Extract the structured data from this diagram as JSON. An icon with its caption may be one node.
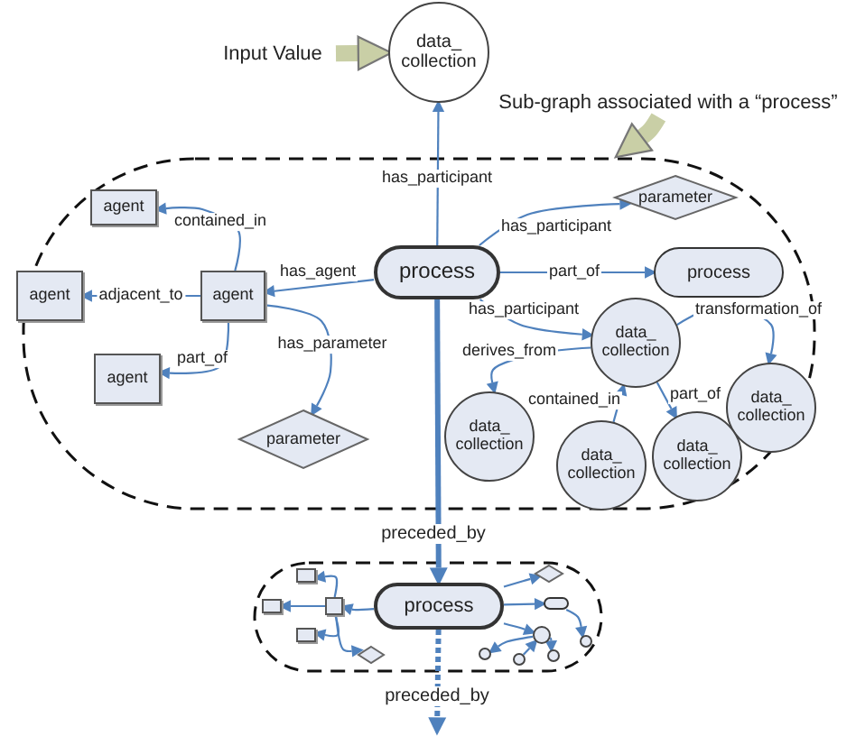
{
  "diagram": {
    "nodes": [
      {
        "text": [
          "Input Value"
        ]
      },
      {
        "text": [
          "data_ collection"
        ]
      },
      {
        "text": [
          "Sub-graph associated with a “process”"
        ]
      },
      {
        "text": [],
        "shape": "box"
      },
      {
        "text": [
          "agent"
        ],
        "in": 3
      },
      {
        "text": [
          "agent"
        ],
        "in": 3
      },
      {
        "text": [
          "agent"
        ],
        "in": 3
      },
      {
        "text": [
          "agent"
        ],
        "in": 3
      },
      {
        "text": [
          "parameter"
        ],
        "in": 3
      },
      {
        "text": [
          "process"
        ],
        "in": 3
      },
      {
        "text": [
          "parameter"
        ],
        "in": 3
      },
      {
        "text": [
          "process"
        ],
        "in": 3
      },
      {
        "text": [
          "data_ collection"
        ],
        "in": 3
      },
      {
        "text": [
          "data_ collection"
        ],
        "in": 3
      },
      {
        "text": [
          "data_ collection"
        ],
        "in": 3
      },
      {
        "text": [
          "data_ collection"
        ],
        "in": 3
      },
      {
        "text": [
          "data_ collection"
        ],
        "in": 3
      },
      {
        "text": [],
        "shape": "box"
      },
      {
        "text": [
          "process"
        ],
        "in": 17
      },
      {
        "text": [],
        "shape": "box",
        "in": 17
      },
      {
        "text": [],
        "shape": "box",
        "in": 17
      },
      {
        "text": [],
        "shape": "box",
        "in": 17
      },
      {
        "text": [],
        "shape": "box",
        "in": 17
      },
      {
        "text": [],
        "shape": "diamond",
        "in": 17
      },
      {
        "text": [],
        "shape": "diamond",
        "in": 17
      },
      {
        "text": [],
        "shape": "box",
        "in": 17
      },
      {
        "text": [],
        "shape": "circle",
        "in": 17
      },
      {
        "text": [],
        "shape": "circle",
        "in": 17
      },
      {
        "text": [],
        "shape": "circle",
        "in": 17
      },
      {
        "text": [],
        "shape": "circle",
        "in": 17
      },
      {
        "text": [],
        "shape": "circle",
        "in": 17
      }
    ],
    "edges": [
      {
        "from": 0,
        "to": 1,
        "arrow": "to",
        "style": "thick",
        "color": "#c9cfa6"
      },
      {
        "from": 2,
        "to": 3,
        "arrow": "to",
        "style": "thick",
        "color": "#c9cfa6"
      },
      {
        "from": 9,
        "to": 1,
        "arrow": "to",
        "label": "has_participant"
      },
      {
        "from": 9,
        "to": 10,
        "arrow": "to",
        "label": "has_participant"
      },
      {
        "from": 9,
        "to": 6,
        "arrow": "to",
        "label": "has_agent"
      },
      {
        "from": 6,
        "to": 4,
        "arrow": "to",
        "label": "contained_in"
      },
      {
        "from": 6,
        "to": 5,
        "arrow": "to",
        "label": "adjacent_to"
      },
      {
        "from": 6,
        "to": 7,
        "arrow": "to",
        "label": "part_of"
      },
      {
        "from": 6,
        "to": 8,
        "arrow": "to",
        "label": "has_parameter"
      },
      {
        "from": 9,
        "to": 11,
        "arrow": "to",
        "label": "part_of"
      },
      {
        "from": 9,
        "to": 12,
        "arrow": "to",
        "label": "has_participant"
      },
      {
        "from": 12,
        "to": 14,
        "arrow": "to",
        "label": "derives_from"
      },
      {
        "from": 15,
        "to": 12,
        "arrow": "to",
        "label": "contained_in"
      },
      {
        "from": 12,
        "to": 16,
        "arrow": "to",
        "label": "part_of"
      },
      {
        "from": 12,
        "to": 13,
        "arrow": "to",
        "label": "transformation_of"
      },
      {
        "from": 9,
        "to": 18,
        "arrow": "to",
        "label": "preceded_by",
        "style": "thick"
      },
      {
        "from": 18,
        "to": null,
        "arrow": "to",
        "label": "preceded_by",
        "style": "dashed"
      },
      {
        "from": 18,
        "to": 21,
        "arrow": "to"
      },
      {
        "from": 21,
        "to": 19,
        "arrow": "to"
      },
      {
        "from": 21,
        "to": 20,
        "arrow": "to"
      },
      {
        "from": 21,
        "to": 22,
        "arrow": "to"
      },
      {
        "from": 21,
        "to": 23,
        "arrow": "to"
      },
      {
        "from": 18,
        "to": 24,
        "arrow": "to"
      },
      {
        "from": 18,
        "to": 25,
        "arrow": "to"
      },
      {
        "from": 18,
        "to": 26,
        "arrow": "to"
      },
      {
        "from": 26,
        "to": 27,
        "arrow": "to"
      },
      {
        "from": 28,
        "to": 26,
        "arrow": "to"
      },
      {
        "from": 26,
        "to": 29,
        "arrow": "to"
      },
      {
        "from": 25,
        "to": 30,
        "arrow": "to"
      }
    ]
  }
}
